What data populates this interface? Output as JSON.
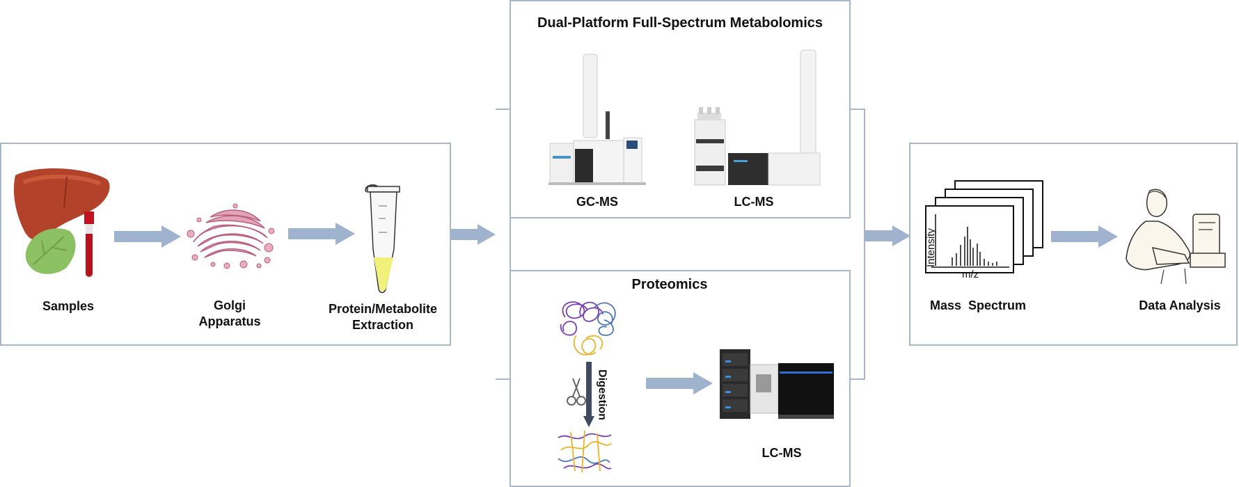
{
  "colors": {
    "frame": "#a7b6ca",
    "arrow": "#9fb3cf",
    "digestion_arrow": "#3f4c5f"
  },
  "left_panel": {
    "samples_label": "Samples",
    "golgi_label_line1": "Golgi",
    "golgi_label_line2": "Apparatus",
    "extraction_label_line1": "Protein/Metabolite",
    "extraction_label_line2": "Extraction"
  },
  "metabolomics_panel": {
    "title": "Dual-Platform Full-Spectrum Metabolomics",
    "gcms_label": "GC-MS",
    "lcms_label": "LC-MS"
  },
  "proteomics_panel": {
    "title": "Proteomics",
    "digestion_label": "Digestion",
    "lcms_label": "LC-MS"
  },
  "right_panel": {
    "mass_spectrum_label": "Mass  Spectrum",
    "data_analysis_label": "Data Analysis",
    "spectrum_y_label": "Intensity",
    "spectrum_x_label": "m/z"
  },
  "icons": [
    "liver-icon",
    "leaf-icon",
    "blood-tube-icon",
    "golgi-icon",
    "centrifuge-tube-icon",
    "gcms-instrument-icon",
    "lcms-instrument-icon",
    "protein-coil-icon",
    "scissors-icon",
    "peptides-icon",
    "mass-spectrum-icon",
    "analyst-at-computer-icon"
  ]
}
